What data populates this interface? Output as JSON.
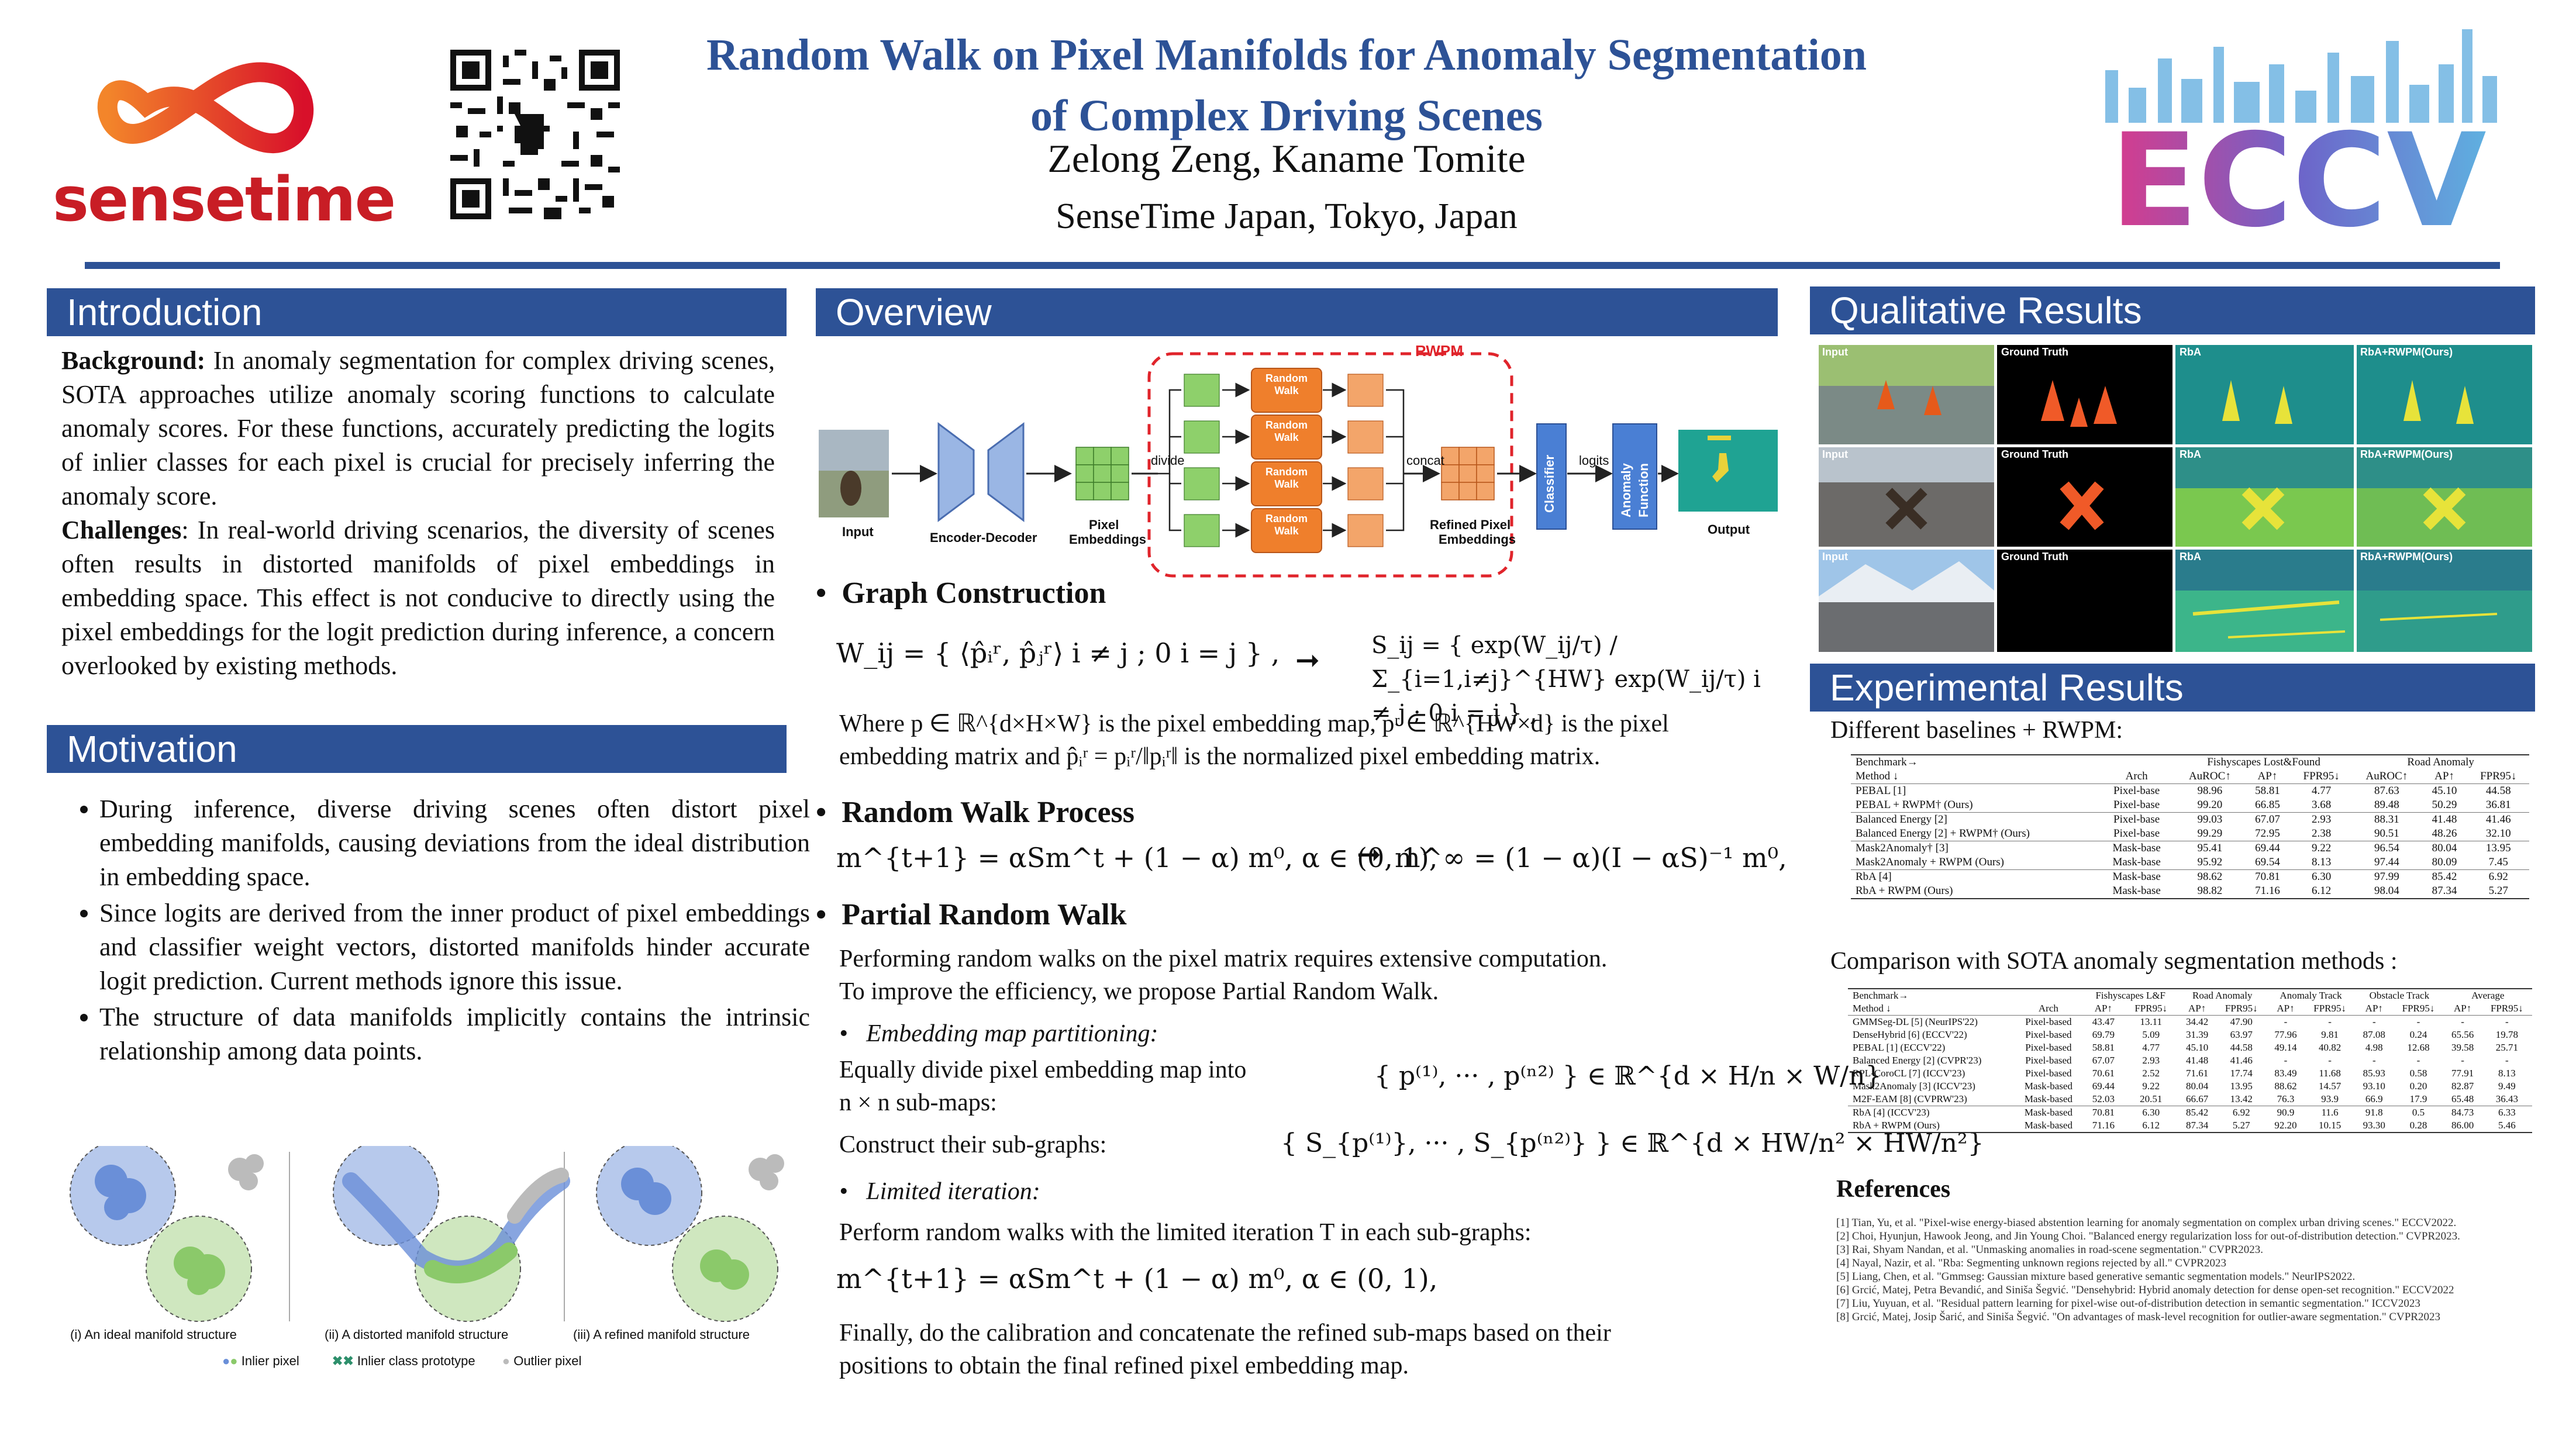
{
  "header": {
    "title_line1": "Random Walk on Pixel Manifolds for Anomaly Segmentation",
    "title_line2": "of Complex Driving Scenes",
    "authors": "Zelong Zeng,  Kaname Tomite",
    "affiliation": "SenseTime Japan, Tokyo, Japan",
    "logo_left": "sensetime",
    "logo_right": "ECCV"
  },
  "intro": {
    "heading": "Introduction",
    "bg_label": "Background:",
    "bg_text": " In anomaly segmentation for complex driving scenes, SOTA approaches utilize anomaly scoring functions to calculate anomaly scores. For these functions, accurately predicting the logits of inlier classes for each pixel is crucial for precisely inferring the anomaly score.",
    "ch_label": "Challenges",
    "ch_text": ": In real-world driving scenarios, the diversity of scenes often results in distorted manifolds of pixel embeddings in embedding space. This effect is not conducive to directly using the pixel embeddings for the logit prediction during inference, a concern overlooked by existing methods."
  },
  "motivation": {
    "heading": "Motivation",
    "bullets": [
      "During inference, diverse driving scenes often distort pixel embedding manifolds, causing deviations from the ideal distribution in embedding space.",
      "Since logits are derived from the inner product of pixel embeddings and classifier weight vectors, distorted manifolds hinder accurate logit prediction. Current methods ignore this issue.",
      "The structure of data manifolds implicitly contains the intrinsic relationship among data points."
    ],
    "captions": [
      "(i) An ideal manifold structure",
      "(ii) A distorted manifold structure",
      "(iii) A refined manifold structure"
    ],
    "legend": [
      "Inlier pixel",
      "Inlier class prototype",
      "Outlier pixel"
    ]
  },
  "overview": {
    "heading": "Overview",
    "rwpm": "RWPM",
    "labels": {
      "input": "Input",
      "encdec": "Encoder-Decoder",
      "pixel": "Pixel",
      "embeddings": "Embeddings",
      "divide": "divide",
      "concat": "concat",
      "refined": "Refined Pixel",
      "refined2": "Embeddings",
      "classifier": "Classifier",
      "logits": "logits",
      "anomaly": "Anomaly",
      "function": "Function",
      "output": "Output",
      "rw1": "Random",
      "rw2": "Walk"
    },
    "gc_title": "Graph Construction",
    "gc_w": "W_ij = { ⟨p̂ᵢʳ, p̂ⱼʳ⟩  i ≠ j ;  0  i = j } ,",
    "gc_s": "S_ij = { exp(W_ij/τ) / Σ_{i=1,i≠j}^{HW} exp(W_ij/τ)  i ≠ j ;  0  i = j } ,",
    "gc_note1": "Where  p ∈ ℝ^{d×H×W}  is the pixel embedding map,   pʳ ∈ ℝ^{HW×d}  is the pixel",
    "gc_note2": "embedding matrix and   p̂ᵢʳ = pᵢʳ/‖pᵢʳ‖  is the normalized pixel embedding matrix.",
    "rw_title": "Random Walk Process",
    "rw_eq1": "m^{t+1} = αSm^t + (1 − α) m⁰,  α ∈ (0, 1),",
    "rw_eq2": "m^∞ = (1 − α)(I − αS)⁻¹ m⁰,",
    "prw_title": "Partial Random Walk",
    "prw_l1": "Performing random walks on the pixel matrix requires extensive computation.",
    "prw_l2": "To improve the efficiency, we propose Partial Random Walk.",
    "prw_b1": "Embedding map partitioning:",
    "prw_div1": "Equally divide pixel embedding map into",
    "prw_div2": "n × n sub-maps:",
    "prw_eq_div": "{ p⁽¹⁾, ··· , p⁽ⁿ²⁾ }  ∈  ℝ^{d × H/n × W/n}",
    "prw_sub": "Construct their sub-graphs:",
    "prw_eq_sub": "{ S_{p⁽¹⁾}, ··· , S_{p⁽ⁿ²⁾} } ∈ ℝ^{d × HW/n² × HW/n²}",
    "prw_b2": "Limited iteration:",
    "prw_lim": "Perform random walks with the limited iteration T in each sub-graphs:",
    "prw_eq_lim": "m^{t+1} = αSm^t + (1 − α) m⁰,  α ∈ (0, 1),",
    "prw_fin1": "Finally, do the calibration and concatenate the refined sub-maps based on their",
    "prw_fin2": "positions to obtain the final refined pixel embedding map."
  },
  "qual": {
    "heading": "Qualitative Results",
    "cols": [
      "Input",
      "Ground Truth",
      "RbA",
      "RbA+RWPM(Ours)"
    ]
  },
  "exp": {
    "heading": "Experimental Results",
    "t1_caption": "Different baselines + RWPM:",
    "t2_caption": "Comparison with SOTA anomaly segmentation methods :",
    "t1_head1": [
      "Benchmark→",
      "",
      "Fishyscapes Lost&Found",
      "Road Anomaly"
    ],
    "t1_head2": [
      "Method ↓",
      "Arch",
      "AuROC↑",
      "AP↑",
      "FPR95↓",
      "AuROC↑",
      "AP↑",
      "FPR95↓"
    ],
    "t1_rows": [
      [
        "PEBAL [1]",
        "Pixel-base",
        "98.96",
        "58.81",
        "4.77",
        "87.63",
        "45.10",
        "44.58"
      ],
      [
        "PEBAL + RWPM† (Ours)",
        "Pixel-base",
        "99.20",
        "66.85",
        "3.68",
        "89.48",
        "50.29",
        "36.81"
      ],
      [
        "Balanced Energy [2]",
        "Pixel-base",
        "99.03",
        "67.07",
        "2.93",
        "88.31",
        "41.48",
        "41.46"
      ],
      [
        "Balanced Energy [2] + RWPM† (Ours)",
        "Pixel-base",
        "99.29",
        "72.95",
        "2.38",
        "90.51",
        "48.26",
        "32.10"
      ],
      [
        "Mask2Anomaly† [3]",
        "Mask-base",
        "95.41",
        "69.44",
        "9.22",
        "96.54",
        "80.04",
        "13.95"
      ],
      [
        "Mask2Anomaly + RWPM (Ours)",
        "Mask-base",
        "95.92",
        "69.54",
        "8.13",
        "97.44",
        "80.09",
        "7.45"
      ],
      [
        "RbA [4]",
        "Mask-base",
        "98.62",
        "70.81",
        "6.30",
        "97.99",
        "85.42",
        "6.92"
      ],
      [
        "RbA + RWPM (Ours)",
        "Mask-base",
        "98.82",
        "71.16",
        "6.12",
        "98.04",
        "87.34",
        "5.27"
      ]
    ],
    "t2_head1": [
      "Benchmark→",
      "",
      "Fishyscapes L&F",
      "Road Anomaly",
      "Anomaly Track",
      "Obstacle Track",
      "Average"
    ],
    "t2_head2": [
      "Method ↓",
      "Arch",
      "AP↑",
      "FPR95↓",
      "AP↑",
      "FPR95↓",
      "AP↑",
      "FPR95↓",
      "AP↑",
      "FPR95↓",
      "AP↑",
      "FPR95↓"
    ],
    "t2_rows": [
      [
        "GMMSeg-DL [5] (NeurIPS'22)",
        "Pixel-based",
        "43.47",
        "13.11",
        "34.42",
        "47.90",
        "-",
        "-",
        "-",
        "-",
        "-",
        "-"
      ],
      [
        "DenseHybrid [6] (ECCV'22)",
        "Pixel-based",
        "69.79",
        "5.09",
        "31.39",
        "63.97",
        "77.96",
        "9.81",
        "87.08",
        "0.24",
        "65.56",
        "19.78"
      ],
      [
        "PEBAL [1] (ECCV'22)",
        "Pixel-based",
        "58.81",
        "4.77",
        "45.10",
        "44.58",
        "49.14",
        "40.82",
        "4.98",
        "12.68",
        "39.58",
        "25.71"
      ],
      [
        "Balanced Energy [2] (CVPR'23)",
        "Pixel-based",
        "67.07",
        "2.93",
        "41.48",
        "41.46",
        "-",
        "-",
        "-",
        "-",
        "-",
        "-"
      ],
      [
        "RPL-CoroCL [7] (ICCV'23)",
        "Pixel-based",
        "70.61",
        "2.52",
        "71.61",
        "17.74",
        "83.49",
        "11.68",
        "85.93",
        "0.58",
        "77.91",
        "8.13"
      ],
      [
        "Mask2Anomaly [3] (ICCV'23)",
        "Mask-based",
        "69.44",
        "9.22",
        "80.04",
        "13.95",
        "88.62",
        "14.57",
        "93.10",
        "0.20",
        "82.87",
        "9.49"
      ],
      [
        "M2F-EAM [8] (CVPRW'23)",
        "Mask-based",
        "52.03",
        "20.51",
        "66.67",
        "13.42",
        "76.3",
        "93.9",
        "66.9",
        "17.9",
        "65.48",
        "36.43"
      ],
      [
        "RbA [4] (ICCV'23)",
        "Mask-based",
        "70.81",
        "6.30",
        "85.42",
        "6.92",
        "90.9",
        "11.6",
        "91.8",
        "0.5",
        "84.73",
        "6.33"
      ],
      [
        "RbA + RWPM (Ours)",
        "Mask-based",
        "71.16",
        "6.12",
        "87.34",
        "5.27",
        "92.20",
        "10.15",
        "93.30",
        "0.28",
        "86.00",
        "5.46"
      ]
    ]
  },
  "refs": {
    "heading": "References",
    "items": [
      "[1] Tian, Yu, et al. \"Pixel-wise energy-biased abstention learning for anomaly segmentation on complex urban driving scenes.\" ECCV2022.",
      "[2] Choi, Hyunjun, Hawook Jeong, and Jin Young Choi. \"Balanced energy regularization loss for out-of-distribution detection.\" CVPR2023.",
      "[3] Rai, Shyam Nandan, et al. \"Unmasking anomalies in road-scene segmentation.\" CVPR2023.",
      "[4] Nayal, Nazir, et al. \"Rba: Segmenting unknown regions rejected by all.\" CVPR2023",
      "[5] Liang, Chen, et al. \"Gmmseg: Gaussian mixture based generative semantic segmentation models.\" NeurIPS2022.",
      "[6] Grcić, Matej, Petra Bevandić, and Siniša Šegvić. \"Densehybrid: Hybrid anomaly detection for dense open-set recognition.\" ECCV2022",
      "[7] Liu, Yuyuan, et al. \"Residual pattern learning for pixel-wise out-of-distribution detection in semantic segmentation.\" ICCV2023",
      "[8] Grcić, Matej, Josip Šarić, and Siniša Šegvić. \"On advantages of mask-level recognition for outlier-aware segmentation.\" CVPR2023"
    ]
  }
}
